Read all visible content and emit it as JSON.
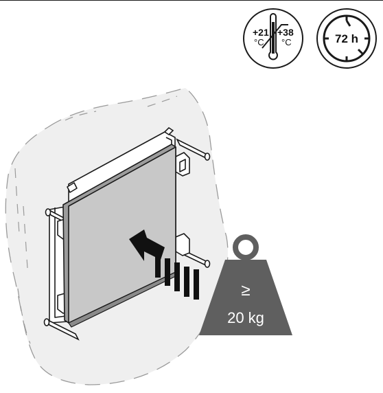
{
  "temperature_badge": {
    "min_label": "+21",
    "min_unit": "°C",
    "max_label": "+38",
    "max_unit": "°C",
    "icon": "thermometer-icon"
  },
  "time_badge": {
    "label": "72 h",
    "icon": "clock-icon"
  },
  "weight": {
    "symbol": "≥",
    "value_label": "20 kg",
    "icon": "weight-icon"
  },
  "colors": {
    "panel_face": "#c8c8c8",
    "weight_fill": "#5f5f5f",
    "line": "#1a1a1a",
    "wall_dash": "#9a9a9a",
    "wall_fill": "#efefef"
  }
}
